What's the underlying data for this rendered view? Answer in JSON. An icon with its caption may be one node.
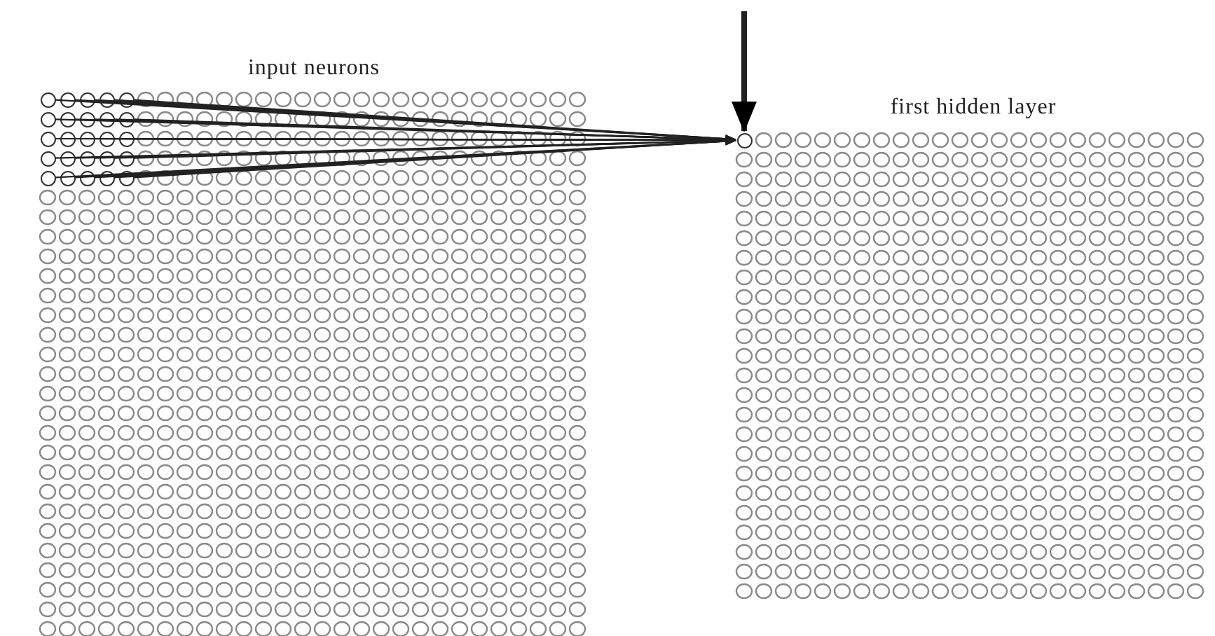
{
  "diagram": {
    "nodes": [
      {
        "text": [
          "input neurons"
        ]
      },
      {
        "text": [],
        "shape": "circle",
        "in": 0
      },
      {
        "text": [],
        "shape": "circle",
        "in": 0
      },
      {
        "text": [],
        "shape": "circle",
        "in": 0
      },
      {
        "text": [],
        "shape": "circle",
        "in": 0
      },
      {
        "text": [],
        "shape": "circle",
        "in": 0
      },
      {
        "text": [],
        "shape": "circle",
        "in": 0
      },
      {
        "text": [],
        "shape": "circle",
        "in": 0
      },
      {
        "text": [],
        "shape": "circle",
        "in": 0
      },
      {
        "text": [],
        "shape": "circle",
        "in": 0
      },
      {
        "text": [],
        "shape": "circle",
        "in": 0
      },
      {
        "text": [],
        "shape": "circle",
        "in": 0
      },
      {
        "text": [],
        "shape": "circle",
        "in": 0
      },
      {
        "text": [],
        "shape": "circle",
        "in": 0
      },
      {
        "text": [],
        "shape": "circle",
        "in": 0
      },
      {
        "text": [],
        "shape": "circle",
        "in": 0
      },
      {
        "text": [],
        "shape": "circle",
        "in": 0
      },
      {
        "text": [],
        "shape": "circle",
        "in": 0
      },
      {
        "text": [],
        "shape": "circle",
        "in": 0
      },
      {
        "text": [],
        "shape": "circle",
        "in": 0
      },
      {
        "text": [],
        "shape": "circle",
        "in": 0
      },
      {
        "text": [],
        "shape": "circle",
        "in": 0
      },
      {
        "text": [],
        "shape": "circle",
        "in": 0
      },
      {
        "text": [],
        "shape": "circle",
        "in": 0
      },
      {
        "text": [],
        "shape": "circle",
        "in": 0
      },
      {
        "text": [],
        "shape": "circle",
        "in": 0
      },
      {
        "text": [
          "first hidden layer"
        ]
      },
      {
        "text": [],
        "shape": "circle",
        "in": 26
      }
    ],
    "edges": [
      {
        "from": 1,
        "to": 27,
        "arrow": "to"
      },
      {
        "from": 2,
        "to": 27,
        "arrow": "to"
      },
      {
        "from": 3,
        "to": 27,
        "arrow": "to"
      },
      {
        "from": 4,
        "to": 27,
        "arrow": "to"
      },
      {
        "from": 5,
        "to": 27,
        "arrow": "to"
      },
      {
        "from": 6,
        "to": 27,
        "arrow": "to"
      },
      {
        "from": 7,
        "to": 27,
        "arrow": "to"
      },
      {
        "from": 8,
        "to": 27,
        "arrow": "to"
      },
      {
        "from": 9,
        "to": 27,
        "arrow": "to"
      },
      {
        "from": 10,
        "to": 27,
        "arrow": "to"
      },
      {
        "from": 11,
        "to": 27,
        "arrow": "to"
      },
      {
        "from": 12,
        "to": 27,
        "arrow": "to"
      },
      {
        "from": 13,
        "to": 27,
        "arrow": "to"
      },
      {
        "from": 14,
        "to": 27,
        "arrow": "to"
      },
      {
        "from": 15,
        "to": 27,
        "arrow": "to"
      },
      {
        "from": 16,
        "to": 27,
        "arrow": "to"
      },
      {
        "from": 17,
        "to": 27,
        "arrow": "to"
      },
      {
        "from": 18,
        "to": 27,
        "arrow": "to"
      },
      {
        "from": 19,
        "to": 27,
        "arrow": "to"
      },
      {
        "from": 20,
        "to": 27,
        "arrow": "to"
      },
      {
        "from": 21,
        "to": 27,
        "arrow": "to"
      },
      {
        "from": 22,
        "to": 27,
        "arrow": "to"
      },
      {
        "from": 23,
        "to": 27,
        "arrow": "to"
      },
      {
        "from": 24,
        "to": 27,
        "arrow": "to"
      },
      {
        "from": 25,
        "to": 27,
        "arrow": "to"
      },
      {
        "from": null,
        "to": 27,
        "arrow": "to",
        "style": "thick"
      }
    ]
  }
}
